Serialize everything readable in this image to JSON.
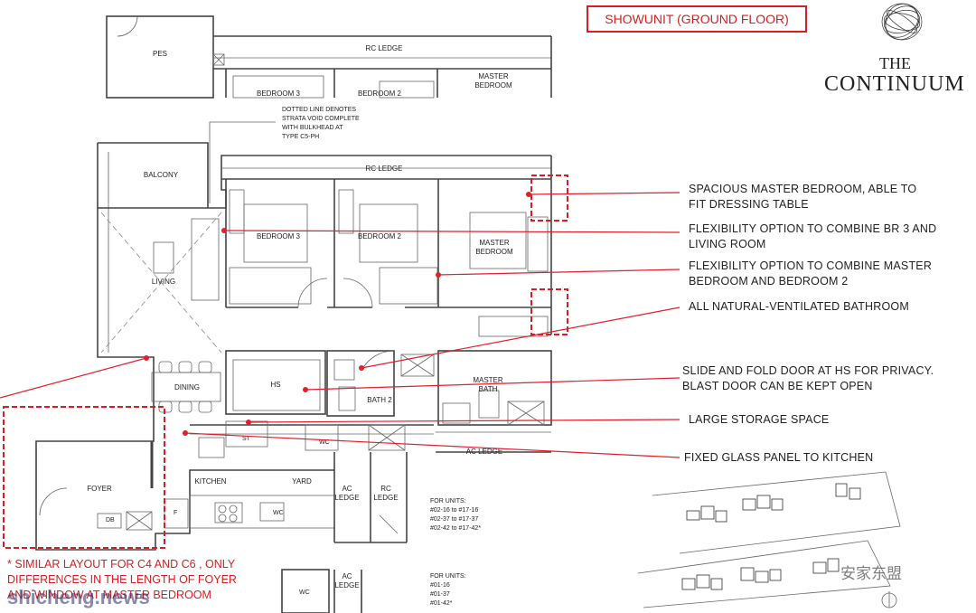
{
  "header": {
    "showunit_label": "SHOWUNIT (GROUND FLOOR)",
    "logo_the": "THE",
    "logo_name": "CONTINUUM"
  },
  "rooms": {
    "pes": "PES",
    "rc_ledge": "RC LEDGE",
    "bedroom3": "BEDROOM 3",
    "bedroom2": "BEDROOM 2",
    "master_bedroom_1": "MASTER",
    "master_bedroom_2": "BEDROOM",
    "balcony": "BALCONY",
    "living": "LIVING",
    "dining": "DINING",
    "hs": "HS",
    "bath2": "BATH 2",
    "master_bath_1": "MASTER",
    "master_bath_2": "BATH",
    "ac_ledge": "AC LEDGE",
    "kitchen": "KITCHEN",
    "yard": "YARD",
    "foyer": "FOYER",
    "ac": "AC",
    "ledge": "LEDGE",
    "rc": "RC",
    "wc": "WC",
    "db": "DB",
    "f": "F",
    "st": "ST"
  },
  "dotted_note": [
    "DOTTED LINE DENOTES",
    "STRATA VOID COMPLETE",
    "WITH BULKHEAD AT",
    "TYPE C5-PH"
  ],
  "units_1": {
    "title": "FOR UNITS:",
    "items": [
      "#02-16 to #17-16",
      "#02-37 to #17-37",
      "#02-42 to #17-42*"
    ]
  },
  "units_2": {
    "title": "FOR UNITS:",
    "items": [
      "#01-16",
      "#01-37",
      "#01-42*"
    ]
  },
  "annotations": [
    {
      "line1": "SPACIOUS MASTER BEDROOM, ABLE TO",
      "line2": "FIT DRESSING TABLE"
    },
    {
      "line1": "FLEXIBILITY OPTION TO COMBINE BR 3 AND",
      "line2": "LIVING ROOM"
    },
    {
      "line1": "FLEXIBILITY OPTION TO COMBINE MASTER",
      "line2": "BEDROOM AND BEDROOM 2"
    },
    {
      "line1": "ALL NATURAL-VENTILATED BATHROOM",
      "line2": ""
    },
    {
      "line1": "SLIDE AND FOLD DOOR AT HS FOR PRIVACY.",
      "line2": "BLAST DOOR CAN BE KEPT OPEN"
    },
    {
      "line1": "LARGE STORAGE SPACE",
      "line2": ""
    },
    {
      "line1": "FIXED GLASS PANEL TO KITCHEN",
      "line2": ""
    }
  ],
  "note": {
    "line1": "* SIMILAR LAYOUT FOR C4 AND C6 , ONLY",
    "line2": "DIFFERENCES IN THE LENGTH OF FOYER",
    "line3": "AND WINDOW AT MASTER BEDROOM"
  },
  "watermark_left": "shicheng.news",
  "watermark_right": "安家东盟",
  "colors": {
    "accent_red": "#d42020",
    "line": "#444444"
  }
}
